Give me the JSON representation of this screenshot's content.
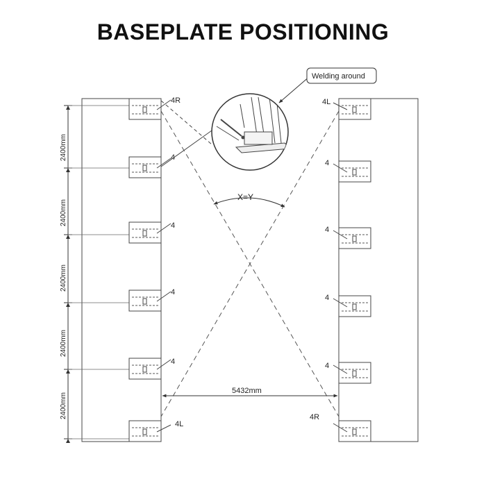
{
  "title": "BASEPLATE POSITIONING",
  "callout": {
    "label": "Welding around"
  },
  "diagonal_note": "X=Y",
  "span_label": "5432mm",
  "spacing_labels": [
    "2400mm",
    "2400mm",
    "2400mm",
    "2400mm",
    "2400mm"
  ],
  "left_labels": [
    "4R",
    "4",
    "4",
    "4",
    "4",
    "4L"
  ],
  "right_labels": [
    "4L",
    "4",
    "4",
    "4",
    "4",
    "4R"
  ]
}
